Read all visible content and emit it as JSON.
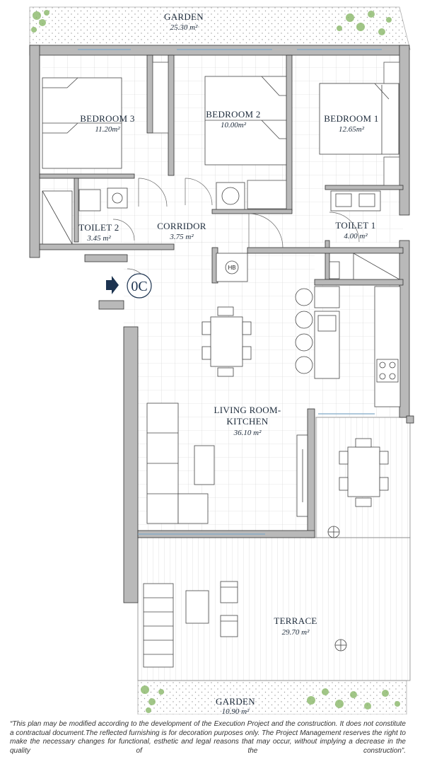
{
  "rooms": {
    "garden_top": {
      "name": "GARDEN",
      "area": "25.30 m²"
    },
    "bedroom3": {
      "name": "BEDROOM 3",
      "area": "11.20m²"
    },
    "bedroom2": {
      "name": "BEDROOM 2",
      "area": "10.00m²"
    },
    "bedroom1": {
      "name": "BEDROOM 1",
      "area": "12.65m²"
    },
    "toilet2": {
      "name": "TOILET 2",
      "area": "3.45 m²"
    },
    "corridor": {
      "name": "CORRIDOR",
      "area": "3.75 m²"
    },
    "toilet1": {
      "name": "TOILET 1",
      "area": "4.00 m²"
    },
    "living": {
      "name_line1": "LIVING ROOM-",
      "name_line2": "KITCHEN",
      "area": "36.10 m²"
    },
    "terrace": {
      "name": "TERRACE",
      "area": "29.70 m²"
    },
    "garden_bottom": {
      "name": "GARDEN",
      "area": "10.90 m²"
    }
  },
  "unit": {
    "label": "0C"
  },
  "fixtures": {
    "hb_label": "HB"
  },
  "disclaimer": "“This plan may be modified according to the development of the Execution Project and the construction. It does not constitute a contractual document.The reflected furnishing is for decoration purposes only. The Project Management reserves the right to make the necessary changes for functional, esthetic and legal reasons that may occur, without implying a decrease in the quality of the construction”.",
  "colors": {
    "wall": "#b9b9b9",
    "line": "#333333",
    "text": "#1c2a3a",
    "accent": "#1c3350",
    "garden": "#8ab86a"
  }
}
